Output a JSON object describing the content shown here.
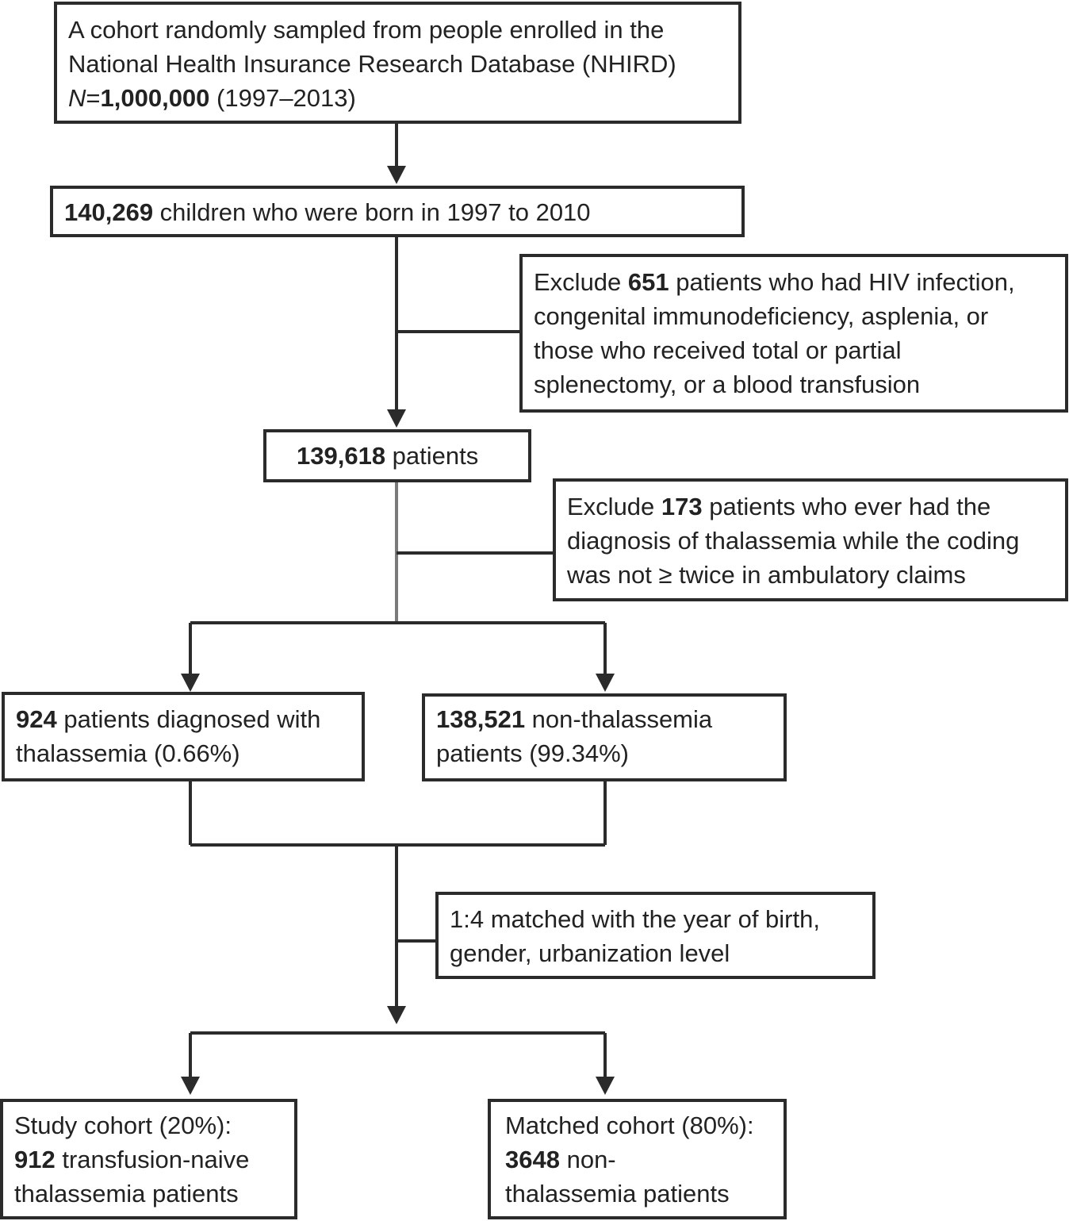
{
  "boxes": {
    "cohort": {
      "line1": "A cohort randomly sampled from people enrolled in the",
      "line2": "National Health Insurance Research Database (NHIRD)",
      "n_label": "N",
      "eq": "=",
      "n_value": "1,000,000",
      "years": " (1997–2013)"
    },
    "children": {
      "count": "140,269",
      "text": " children who were born in 1997 to 2010"
    },
    "exclude1": {
      "prefix": "Exclude ",
      "count": "651",
      "line1_rest": " patients who had HIV infection,",
      "line2": "congenital immunodeficiency, asplenia, or",
      "line3": "those who received total or partial",
      "line4": "splenectomy, or a blood transfusion"
    },
    "patients": {
      "count": "139,618",
      "text": " patients"
    },
    "exclude2": {
      "prefix": "Exclude ",
      "count": "173",
      "line1_rest": " patients who ever had the",
      "line2": "diagnosis of thalassemia while the coding",
      "line3": "was not ≥ twice in ambulatory claims"
    },
    "thal": {
      "count": "924",
      "line1_rest": " patients diagnosed with",
      "line2": "thalassemia (0.66%)"
    },
    "nonthal": {
      "count": "138,521",
      "line1_rest": " non-thalassemia",
      "line2": "patients (99.34%)"
    },
    "matched": {
      "line1": "1:4 matched with the year of birth,",
      "line2": "gender, urbanization level"
    },
    "study": {
      "line1": "Study cohort (20%):",
      "count": "912",
      "line2_rest": " transfusion-naive",
      "line3": "thalassemia patients"
    },
    "matched_cohort": {
      "line1": "Matched cohort (80%):",
      "count": "3648",
      "line2_rest": " non-",
      "line3": "thalassemia patients"
    }
  }
}
